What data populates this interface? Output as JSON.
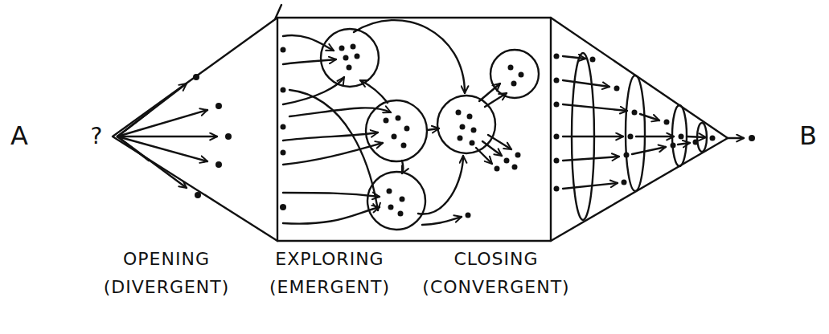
{
  "diagram": {
    "labels": [
      "A",
      "?",
      "B",
      "OPENING (DIVERGENT)",
      "EXPLORING (EMERGENT)",
      "CLOSING (CONVERGENT)"
    ]
  }
}
